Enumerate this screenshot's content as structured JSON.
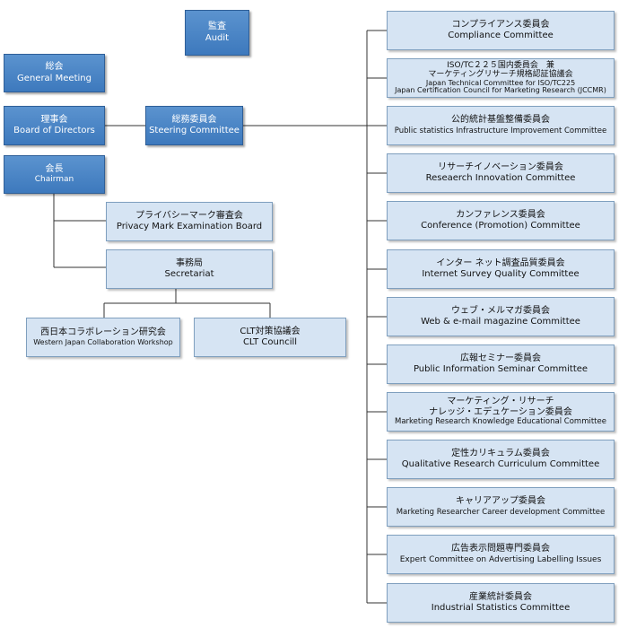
{
  "audit": {
    "ja": "監査",
    "en": "Audit"
  },
  "general_meeting": {
    "ja": "総会",
    "en": "General Meeting"
  },
  "board": {
    "ja": "理事会",
    "en": "Board of Directors"
  },
  "chairman": {
    "ja": "会長",
    "en": "Chairman"
  },
  "steering": {
    "ja": "総務委員会",
    "en": "Steering Committee"
  },
  "privacy": {
    "ja": "プライバシーマーク審査会",
    "en": "Privacy Mark Examination Board"
  },
  "secretariat": {
    "ja": "事務局",
    "en": "Secretariat"
  },
  "western": {
    "ja": "西日本コラボレーション研究会",
    "en": "Western Japan Collaboration Workshop"
  },
  "clt": {
    "ja": "CLT対策協議会",
    "en": "CLT Councill"
  },
  "committees": [
    {
      "ja": "コンプライアンス委員会",
      "en": "Compliance Committee"
    },
    {
      "ja1": "ISO/TC２２５国内委員会　兼",
      "ja2": "マーケティングリサーチ規格認証協議会",
      "en1": "Japan Technical Committee for ISO/TC225",
      "en2": "Japan Certification Council for Marketing Research (JCCMR)"
    },
    {
      "ja": "公的統計基盤整備委員会",
      "en": "Public statistics Infrastructure Improvement Committee"
    },
    {
      "ja": "リサーチイノベーション委員会",
      "en": "Reseaerch Innovation Committee"
    },
    {
      "ja": "カンファレンス委員会",
      "en": "Conference (Promotion) Committee"
    },
    {
      "ja": "インター ネット調査品質委員会",
      "en": "Internet Survey Quality Committee"
    },
    {
      "ja": "ウェブ・メルマガ委員会",
      "en": "Web & e-mail magazine Committee"
    },
    {
      "ja": "広報セミナー委員会",
      "en": "Public Information Seminar Committee"
    },
    {
      "ja1": "マーケティング・リサーチ",
      "ja2": "ナレッジ・エデュケーション委員会",
      "en": "Marketing Research Knowledge Educational Committee"
    },
    {
      "ja": "定性カリキュラム委員会",
      "en": "Qualitative Research Curriculum Committee"
    },
    {
      "ja": "キャリアアップ委員会",
      "en": "Marketing Researcher Career development Committee"
    },
    {
      "ja": "広告表示問題専門委員会",
      "en": "Expert Committee on Advertising Labelling Issues"
    },
    {
      "ja": "産業統計委員会",
      "en": "Industrial Statistics Committee"
    }
  ]
}
